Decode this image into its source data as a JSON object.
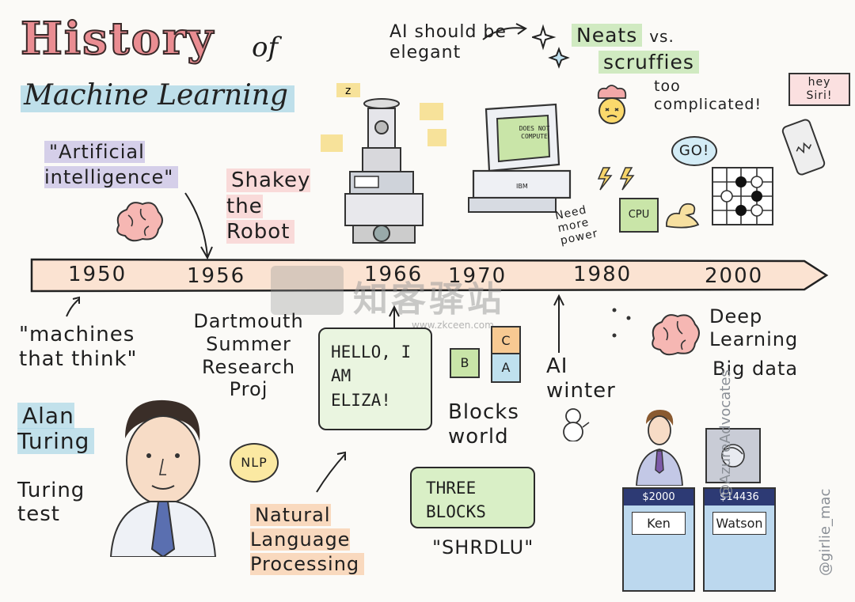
{
  "title": {
    "history": "History",
    "of": "of",
    "subtitle": "Machine Learning"
  },
  "timeline": {
    "years": [
      "1950",
      "1956",
      "1966",
      "1970",
      "1980",
      "2000"
    ]
  },
  "labels": {
    "ai_quote": "\"Artificial intelligence\"",
    "shakey": "Shakey the Robot",
    "elegant": "AI should be elegant",
    "neats": "Neats",
    "vs": "vs.",
    "scruffies": "scruffies",
    "too_complicated": "too complicated!",
    "hey_siri": "hey Siri!",
    "go": "GO!",
    "need_power": "Need more power",
    "cpu": "CPU",
    "does_not_compute": "DOES NOT COMPUTE",
    "ibm": "IBM",
    "machines_think": "\"machines that think\"",
    "dartmouth": "Dartmouth Summer Research Proj",
    "eliza": "HELLO, I AM ELIZA!",
    "blocks_world": "Blocks world",
    "block_b": "B",
    "block_c": "C",
    "block_a": "A",
    "ai_winter": "AI winter",
    "deep_learning": "Deep Learning",
    "big_data": "Big data",
    "alan_turing": "Alan Turing",
    "turing_test": "Turing test",
    "nlp": "NLP",
    "nlp_full": "Natural Language Processing",
    "three_blocks": "THREE BLOCKS",
    "shrdlu": "\"SHRDLU\"",
    "ken_score": "$2000",
    "ken": "Ken",
    "watson_score": "$14436",
    "watson": "Watson",
    "credit1": "@AzureAdvocates",
    "credit2": "@girlie_mac",
    "watermark": "知客驿站",
    "watermark_url": "www.zkceen.com"
  },
  "colors": {
    "accent_pink": "#ea8d92",
    "timeline_fill": "#fbe3d2"
  }
}
